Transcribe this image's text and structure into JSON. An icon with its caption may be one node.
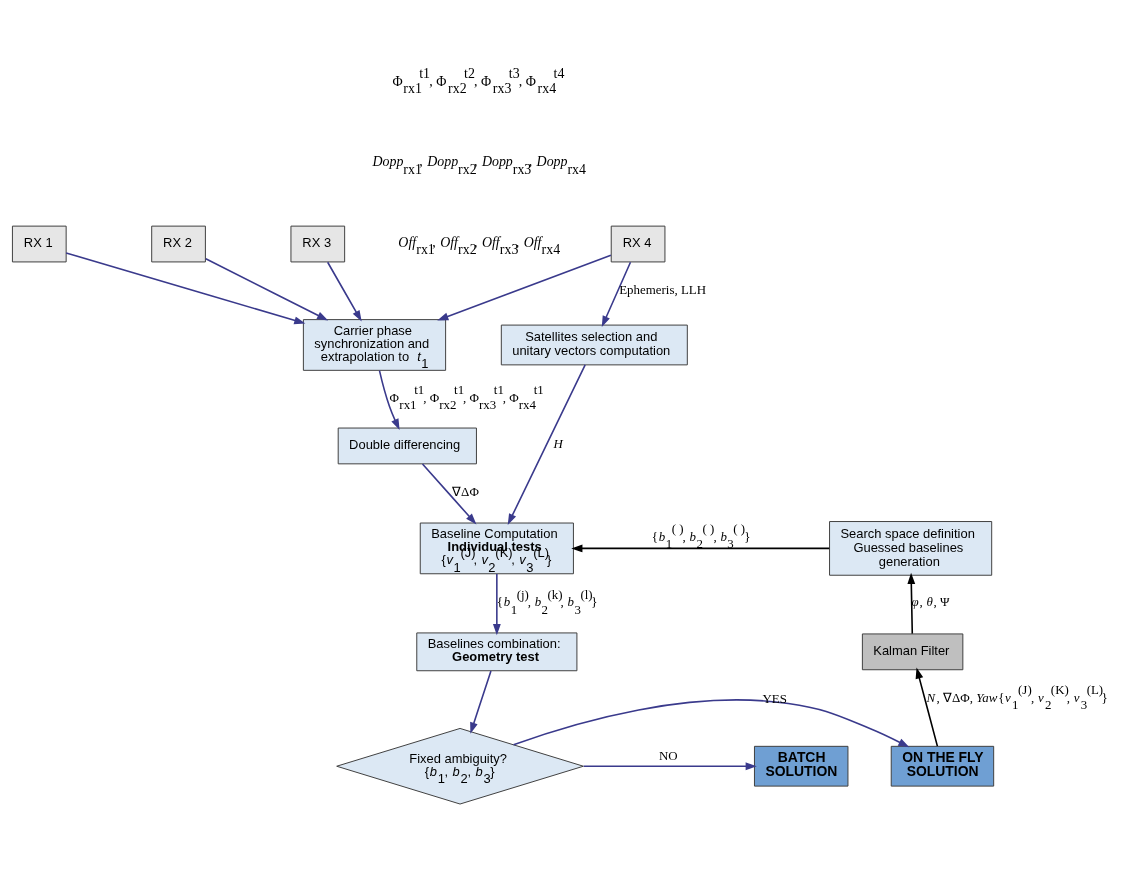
{
  "diagram": {
    "nodes": [
      {
        "text": [
          "RX 1"
        ]
      },
      {
        "text": [
          "RX 2"
        ]
      },
      {
        "text": [
          "RX 3"
        ]
      },
      {
        "text": [
          "RX 4"
        ]
      },
      {
        "text": [
          "Carrier phase synchronization and extrapolation to *t*$_{1}$"
        ]
      },
      {
        "text": [
          "Satellites selection and unitary vectors computation"
        ]
      },
      {
        "text": [
          "Double differencing"
        ]
      },
      {
        "text": [
          "Baseline Computation",
          "Individual tests",
          "{*v*$_{1}$$^{(J)}$, *v*$_{2}$$^{(K)}$, *v*$_{3}$$^{(L)}$}"
        ]
      },
      {
        "text": [
          "Search space definition Guessed baselines generation"
        ]
      },
      {
        "text": [
          "Baselines combination:",
          "Geometry test"
        ]
      },
      {
        "text": [
          "Fixed ambiguity?",
          "{*b*$_{1}$, *b*$_{2}$, *b*$_{3}$}"
        ]
      },
      {
        "text": [
          "BATCH SOLUTION"
        ]
      },
      {
        "text": [
          "ON THE FLY SOLUTION"
        ]
      },
      {
        "text": [
          "Kalman Filter"
        ]
      }
    ],
    "edges": [
      {
        "from": 0,
        "to": 4,
        "arrow": "to"
      },
      {
        "from": 1,
        "to": 4,
        "arrow": "to"
      },
      {
        "from": 2,
        "to": 4,
        "arrow": "to"
      },
      {
        "from": 3,
        "to": 4,
        "arrow": "to"
      },
      {
        "from": 3,
        "to": 5,
        "arrow": "to",
        "label": "Ephemeris, LLH"
      },
      {
        "from": 4,
        "to": 6,
        "arrow": "to",
        "label": "Φ$_{rx1}$$^{t1}$, Φ$_{rx2}$$^{t1}$, Φ$_{rx3}$$^{t1}$, Φ$_{rx4}$$^{t1}$"
      },
      {
        "from": 6,
        "to": 7,
        "arrow": "to",
        "label": "∇ΔΦ"
      },
      {
        "from": 5,
        "to": 7,
        "arrow": "to",
        "label": "*H*"
      },
      {
        "from": 8,
        "to": 7,
        "arrow": "to",
        "label": "{*b*$_{1}$$^{( )}$, *b*$_{2}$$^{( )}$, *b*$_{3}$$^{( )}$}",
        "color": "#000000"
      },
      {
        "from": 7,
        "to": 9,
        "arrow": "to",
        "label": "{*b*$_{1}$$^{(j)}$, *b*$_{2}$$^{(k)}$, *b*$_{3}$$^{(l)}$}"
      },
      {
        "from": 9,
        "to": 10,
        "arrow": "to"
      },
      {
        "from": 10,
        "to": 11,
        "arrow": "to",
        "label": "NO"
      },
      {
        "from": 10,
        "to": 12,
        "arrow": "to",
        "label": "YES"
      },
      {
        "from": 12,
        "to": 13,
        "arrow": "to",
        "label": "*N*, ∇ΔΦ, *Yaw*{*v*$_{1}$$^{(J)}$, *v*$_{2}$$^{(K)}$, *v*$_{3}$$^{(L)}$}",
        "color": "#000000"
      },
      {
        "from": 13,
        "to": 8,
        "arrow": "to",
        "label": "*φ*, *θ*, Ψ",
        "color": "#000000"
      }
    ],
    "labels": [
      "Φ$_{rx1}$$^{t1}$, Φ$_{rx2}$$^{t2}$, Φ$_{rx3}$$^{t3}$, Φ$_{rx4}$$^{t4}$",
      "*Dopp*$_{rx1}$, *Dopp*$_{rx2}$, *Dopp*$_{rx3}$, *Dopp*$_{rx4}$",
      "*Off*$_{rx1}$, *Off*$_{rx2}$, *Off*$_{rx3}$, *Off*$_{rx4}$"
    ]
  }
}
